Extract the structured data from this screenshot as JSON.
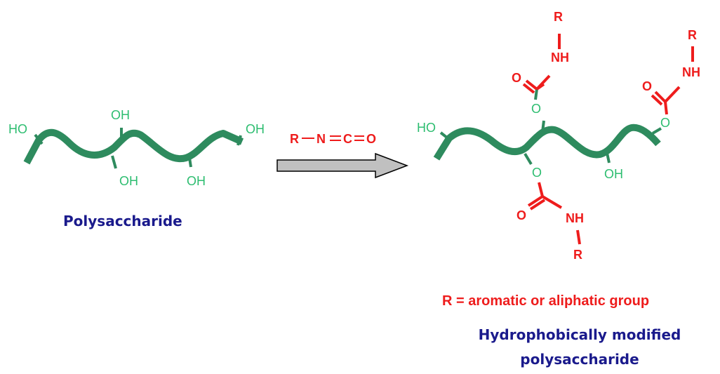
{
  "reactant": {
    "hydroxyls": {
      "top_left": "HO",
      "top_mid": "OH",
      "top_right": "OH",
      "bottom_mid": "OH",
      "bottom_right": "OH"
    },
    "caption": "Polysaccharide"
  },
  "reagent": {
    "r": "R",
    "n": "N",
    "c": "C",
    "o": "O"
  },
  "product": {
    "hydroxyls": {
      "left": "HO",
      "bottom": "OH"
    },
    "ester_oxygen": "O",
    "carbonyl_oxygen": "O",
    "amine": "NH",
    "r_group": "R",
    "r_definition": "R = aromatic or aliphatic group",
    "caption_line1": "Hydrophobically modified",
    "caption_line2": "polysaccharide"
  },
  "colors": {
    "chain": "#2e8b5e",
    "hydroxyl": "#2dbd70",
    "reagent": "#ee1c1c",
    "caption": "#1a1a8c",
    "arrow_fill": "#c0c0c0"
  }
}
